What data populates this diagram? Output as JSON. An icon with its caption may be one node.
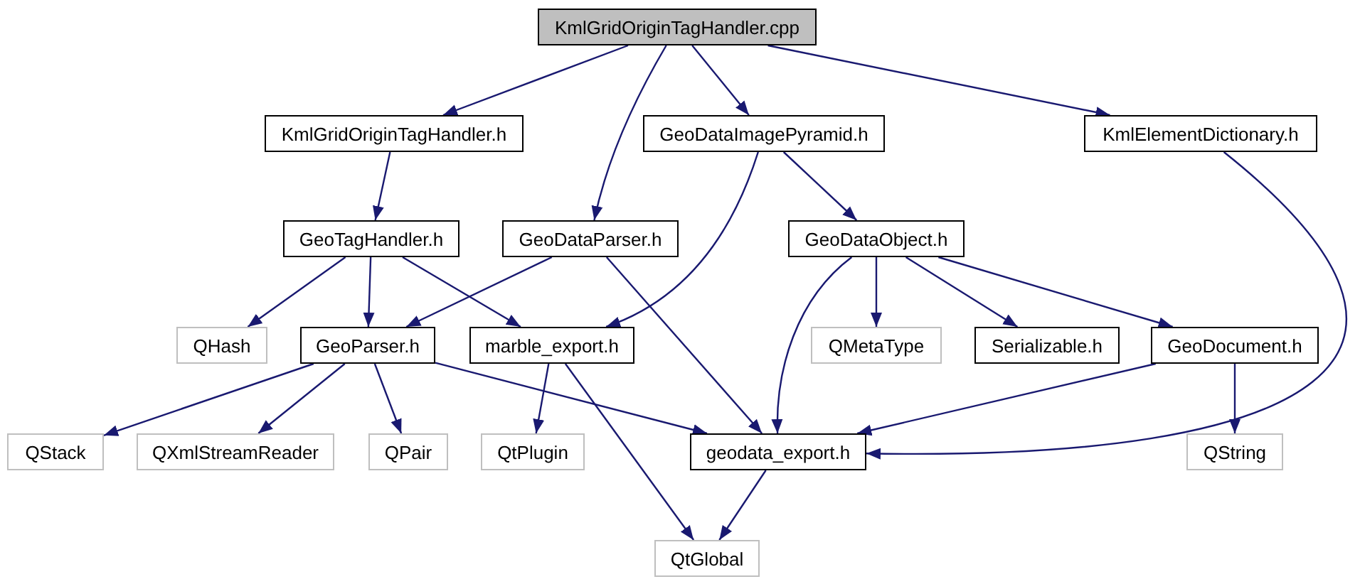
{
  "diagram": {
    "nodes": [
      {
        "text": [
          "KmlGridOriginTagHandler.cpp"
        ]
      },
      {
        "text": [
          "KmlGridOriginTagHandler.h"
        ]
      },
      {
        "text": [
          "GeoDataImagePyramid.h"
        ]
      },
      {
        "text": [
          "KmlElementDictionary.h"
        ]
      },
      {
        "text": [
          "GeoTagHandler.h"
        ]
      },
      {
        "text": [
          "GeoDataParser.h"
        ]
      },
      {
        "text": [
          "GeoDataObject.h"
        ]
      },
      {
        "text": [
          "QHash"
        ]
      },
      {
        "text": [
          "GeoParser.h"
        ]
      },
      {
        "text": [
          "marble_export.h"
        ]
      },
      {
        "text": [
          "QMetaType"
        ]
      },
      {
        "text": [
          "Serializable.h"
        ]
      },
      {
        "text": [
          "GeoDocument.h"
        ]
      },
      {
        "text": [
          "QStack"
        ]
      },
      {
        "text": [
          "QXmlStreamReader"
        ]
      },
      {
        "text": [
          "QPair"
        ]
      },
      {
        "text": [
          "QtPlugin"
        ]
      },
      {
        "text": [
          "geodata_export.h"
        ]
      },
      {
        "text": [
          "QString"
        ]
      },
      {
        "text": [
          "QtGlobal"
        ]
      }
    ],
    "edges": [
      {
        "from": 0,
        "to": 1,
        "arrow": "to"
      },
      {
        "from": 0,
        "to": 5,
        "arrow": "to"
      },
      {
        "from": 0,
        "to": 2,
        "arrow": "to"
      },
      {
        "from": 0,
        "to": 3,
        "arrow": "to"
      },
      {
        "from": 1,
        "to": 4,
        "arrow": "to"
      },
      {
        "from": 2,
        "to": 9,
        "arrow": "to"
      },
      {
        "from": 2,
        "to": 6,
        "arrow": "to"
      },
      {
        "from": 3,
        "to": 17,
        "arrow": "to"
      },
      {
        "from": 4,
        "to": 7,
        "arrow": "to"
      },
      {
        "from": 4,
        "to": 8,
        "arrow": "to"
      },
      {
        "from": 4,
        "to": 9,
        "arrow": "to"
      },
      {
        "from": 5,
        "to": 8,
        "arrow": "to"
      },
      {
        "from": 5,
        "to": 17,
        "arrow": "to"
      },
      {
        "from": 6,
        "to": 17,
        "arrow": "to"
      },
      {
        "from": 6,
        "to": 10,
        "arrow": "to"
      },
      {
        "from": 6,
        "to": 11,
        "arrow": "to"
      },
      {
        "from": 6,
        "to": 12,
        "arrow": "to"
      },
      {
        "from": 8,
        "to": 13,
        "arrow": "to"
      },
      {
        "from": 8,
        "to": 14,
        "arrow": "to"
      },
      {
        "from": 8,
        "to": 15,
        "arrow": "to"
      },
      {
        "from": 8,
        "to": 17,
        "arrow": "to"
      },
      {
        "from": 9,
        "to": 16,
        "arrow": "to"
      },
      {
        "from": 9,
        "to": 19,
        "arrow": "to"
      },
      {
        "from": 12,
        "to": 17,
        "arrow": "to"
      },
      {
        "from": 12,
        "to": 18,
        "arrow": "to"
      },
      {
        "from": 17,
        "to": 19,
        "arrow": "to"
      }
    ]
  }
}
